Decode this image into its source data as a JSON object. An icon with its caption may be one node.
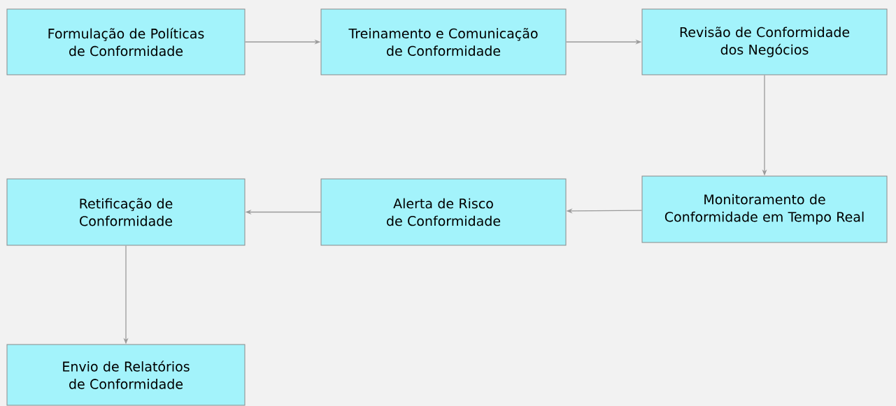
{
  "diagram": {
    "nodes": [
      {
        "text": [
          "Formulação de Políticas de Conformidade"
        ]
      },
      {
        "text": [
          "Treinamento e Comunicação de Conformidade"
        ]
      },
      {
        "text": [
          "Revisão de Conformidade dos Negócios"
        ]
      },
      {
        "text": [
          "Monitoramento de Conformidade em Tempo Real"
        ]
      },
      {
        "text": [
          "Alerta de Risco de Conformidade"
        ]
      },
      {
        "text": [
          "Retificação de Conformidade"
        ]
      },
      {
        "text": [
          "Envio de Relatórios de Conformidade"
        ]
      }
    ],
    "edges": [
      {
        "from": 0,
        "to": 1,
        "arrow": "to"
      },
      {
        "from": 1,
        "to": 2,
        "arrow": "to"
      },
      {
        "from": 2,
        "to": 3,
        "arrow": "to"
      },
      {
        "from": 3,
        "to": 4,
        "arrow": "to"
      },
      {
        "from": 4,
        "to": 5,
        "arrow": "to"
      },
      {
        "from": 5,
        "to": 6,
        "arrow": "to"
      }
    ]
  }
}
